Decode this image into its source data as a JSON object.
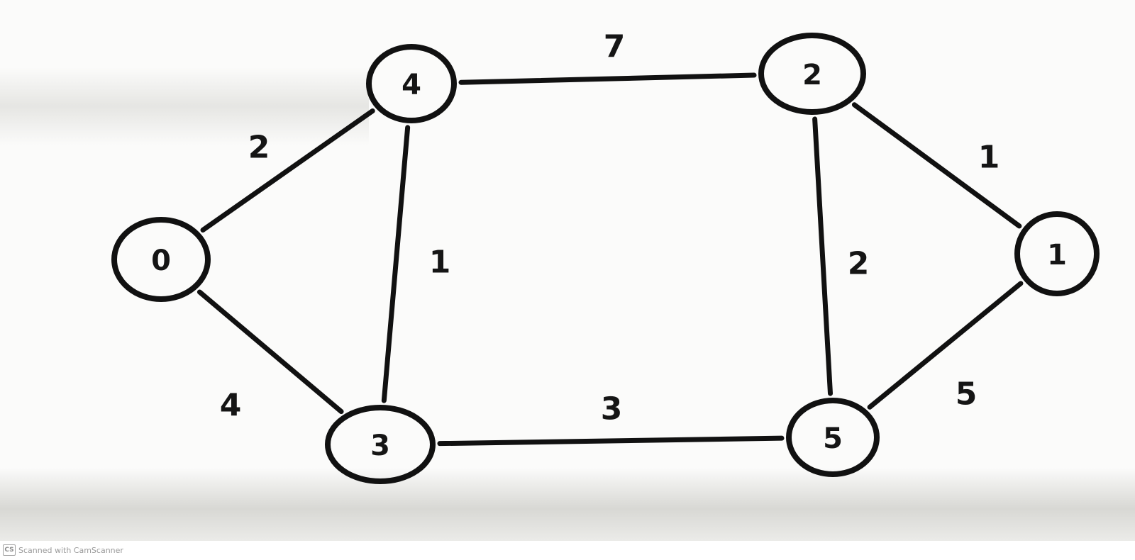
{
  "nodes": [
    {
      "id": "0",
      "label": "0"
    },
    {
      "id": "4",
      "label": "4"
    },
    {
      "id": "2",
      "label": "2"
    },
    {
      "id": "1",
      "label": "1"
    },
    {
      "id": "3",
      "label": "3"
    },
    {
      "id": "5",
      "label": "5"
    }
  ],
  "edges": [
    {
      "from": "0",
      "to": "4",
      "weight": "2"
    },
    {
      "from": "0",
      "to": "3",
      "weight": "4"
    },
    {
      "from": "4",
      "to": "2",
      "weight": "7"
    },
    {
      "from": "4",
      "to": "3",
      "weight": "1"
    },
    {
      "from": "2",
      "to": "1",
      "weight": "1"
    },
    {
      "from": "2",
      "to": "5",
      "weight": "2"
    },
    {
      "from": "1",
      "to": "5",
      "weight": "5"
    },
    {
      "from": "3",
      "to": "5",
      "weight": "3"
    }
  ],
  "footer": {
    "icon_text": "CS",
    "text": "Scanned with CamScanner"
  }
}
